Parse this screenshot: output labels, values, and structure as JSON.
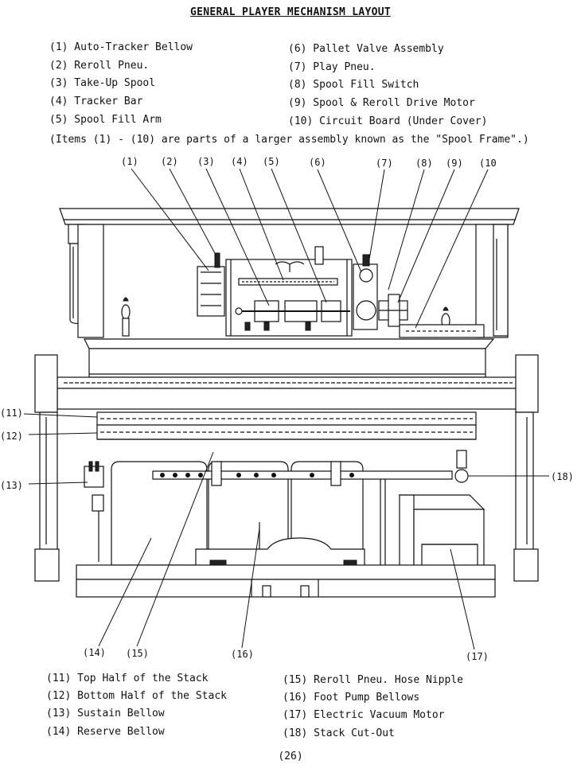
{
  "title": "GENERAL PLAYER MECHANISM LAYOUT",
  "legend_top_left": [
    "(1) Auto-Tracker Bellow",
    "(2) Reroll Pneu.",
    "(3) Take-Up Spool",
    "(4) Tracker Bar",
    "(5) Spool Fill Arm"
  ],
  "legend_top_right": [
    "(6) Pallet Valve Assembly",
    "(7) Play Pneu.",
    "(8) Spool Fill Switch",
    "(9) Spool & Reroll Drive Motor",
    "(10) Circuit Board (Under Cover)"
  ],
  "note": "(Items (1) - (10) are parts of a larger assembly known as the \"Spool Frame\".)",
  "callouts": {
    "c1": "(1)",
    "c2": "(2)",
    "c3": "(3)",
    "c4": "(4)",
    "c5": "(5)",
    "c6": "(6)",
    "c7": "(7)",
    "c8": "(8)",
    "c9": "(9)",
    "c10": "(10",
    "c11": "(11)",
    "c12": "(12)",
    "c13": "(13)",
    "c14": "(14)",
    "c15": "(15)",
    "c16": "(16)",
    "c17": "(17)",
    "c18": "(18)"
  },
  "legend_bottom_left": [
    "(11) Top Half of the Stack",
    "(12) Bottom Half of the Stack",
    "(13) Sustain Bellow",
    "(14) Reserve Bellow"
  ],
  "legend_bottom_right": [
    "(15) Reroll Pneu. Hose Nipple",
    "(16) Foot Pump Bellows",
    "(17) Electric Vacuum Motor",
    "(18) Stack Cut-Out"
  ],
  "page_number": "(26)"
}
